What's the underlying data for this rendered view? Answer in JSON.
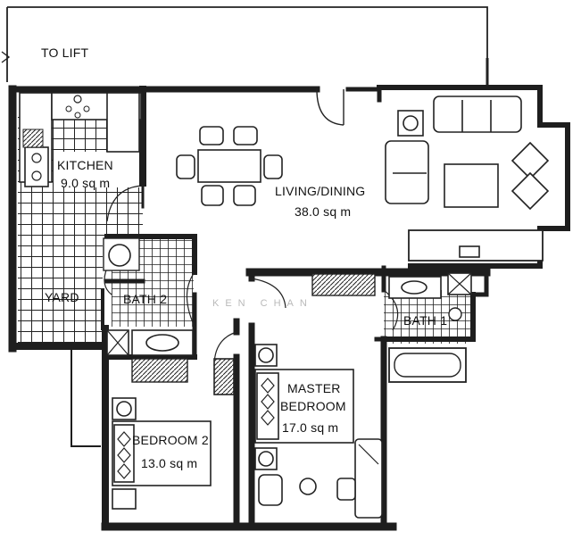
{
  "plan": {
    "corridor_label": "TO LIFT",
    "watermark": "KEN CHAN",
    "rooms": {
      "kitchen": {
        "name": "KITCHEN",
        "area": "9.0 sq m"
      },
      "living": {
        "name": "LIVING/DINING",
        "area": "38.0 sq m"
      },
      "yard": {
        "name": "YARD"
      },
      "bath2": {
        "name": "BATH 2"
      },
      "bath1": {
        "name": "BATH 1"
      },
      "master": {
        "name_line1": "MASTER",
        "name_line2": "BEDROOM",
        "area": "17.0 sq m"
      },
      "bedroom2": {
        "name": "BEDROOM 2",
        "area": "13.0 sq m"
      }
    }
  },
  "colors": {
    "ink": "#111111",
    "wall": "#1e1e1e",
    "paper": "#ffffff",
    "tile": "#222222"
  }
}
